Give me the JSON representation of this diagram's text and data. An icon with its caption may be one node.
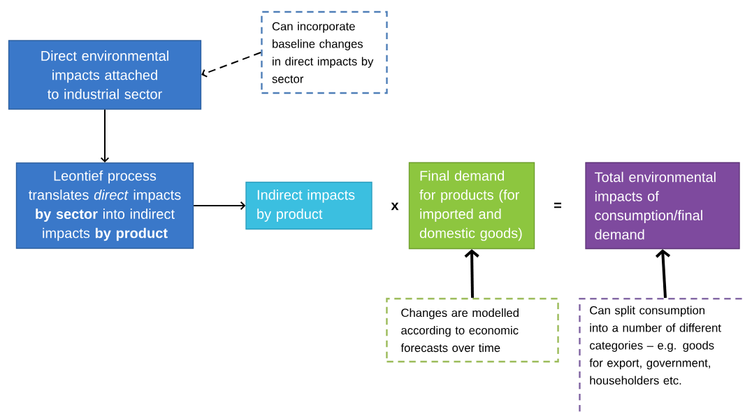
{
  "diagram": {
    "nodes": [
      {
        "text": [
          "Direct environmental impacts attached to industrial sector"
        ]
      },
      {
        "text": [
          "Can incorporate baseline changes in direct impacts by sector"
        ]
      },
      {
        "text": [
          "Leontief process translates *direct* impacts **by sector** into indirect impacts **by product**"
        ]
      },
      {
        "text": [
          "Indirect impacts by product"
        ]
      },
      {
        "text": [
          "Final demand for products (for imported and domestic goods)"
        ]
      },
      {
        "text": [
          "Total  environmental impacts of consumption/final demand"
        ]
      },
      {
        "text": [
          "Changes are modelled according to economic forecasts over time"
        ]
      },
      {
        "text": [
          "Can split consumption into a number  of different categories – e.g. goods for export, government, householders etc."
        ]
      }
    ],
    "edges": [
      {
        "from": 1,
        "to": 0,
        "arrow": "to",
        "style": "dashed"
      },
      {
        "from": 0,
        "to": 2,
        "arrow": "to"
      },
      {
        "from": 2,
        "to": 3,
        "arrow": "to"
      },
      {
        "from": 6,
        "to": 4,
        "arrow": "to",
        "style": "thick"
      },
      {
        "from": 7,
        "to": 5,
        "arrow": "to",
        "style": "thick"
      }
    ],
    "labels": [
      "x",
      "="
    ]
  }
}
